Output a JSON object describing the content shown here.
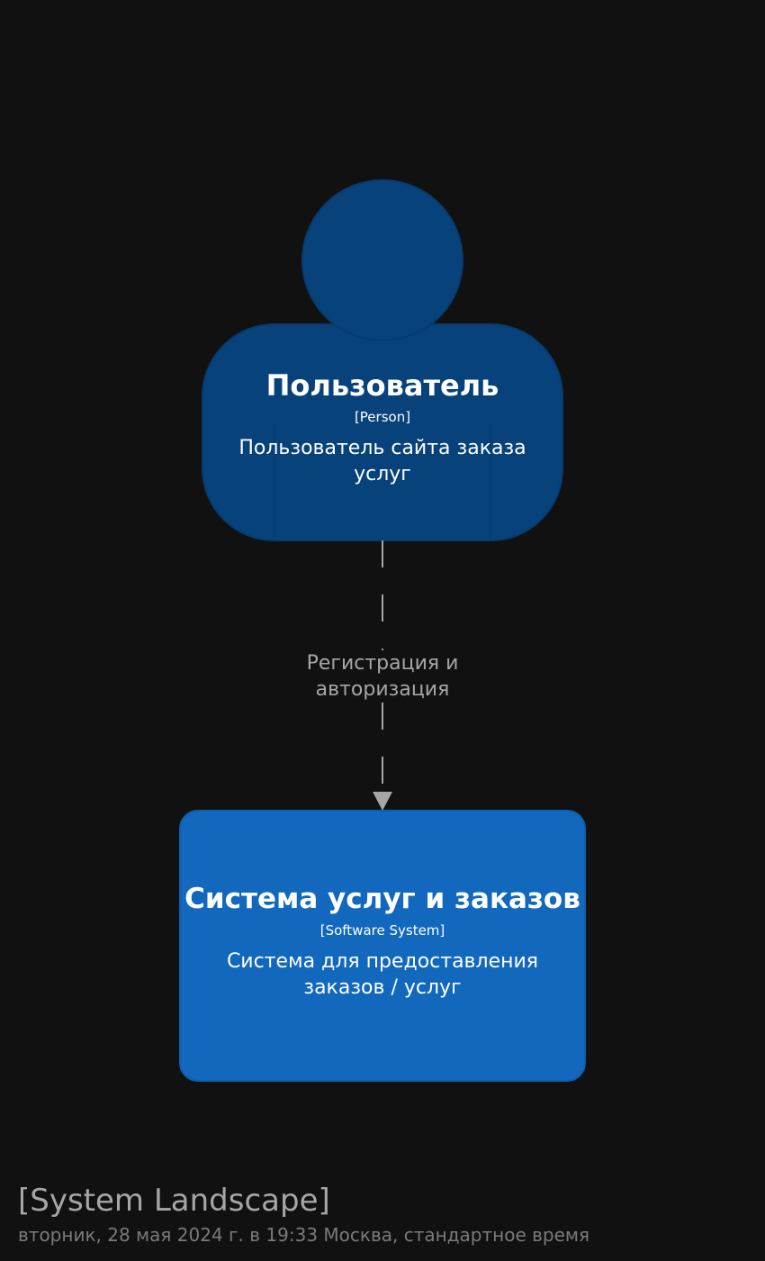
{
  "colors": {
    "background": "#111111",
    "person_fill": "#08427b",
    "person_stroke": "#073b6f",
    "system_fill": "#1168bd",
    "system_stroke": "#0f5eaa",
    "relationship": "#a6a6a6"
  },
  "person": {
    "name": "Пользователь",
    "type": "[Person]",
    "description": "Пользователь сайта заказа услуг"
  },
  "relationship": {
    "label": "Регистрация и авторизация"
  },
  "software_system": {
    "name": "Система услуг и заказов",
    "type": "[Software System]",
    "description": "Система для предоставления заказов / услуг"
  },
  "footer": {
    "title": "[System Landscape]",
    "date": "вторник, 28 мая 2024 г. в 19:33 Москва, стандартное время"
  }
}
